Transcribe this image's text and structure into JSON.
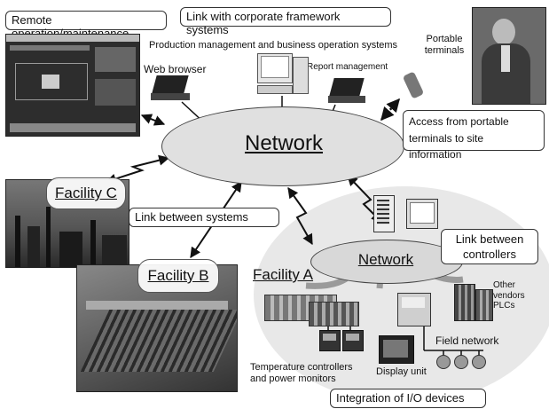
{
  "callouts": {
    "remote": "Remote operation/maintenance",
    "corporate": "Link with corporate framework systems",
    "portable_access": "Access from portable terminals to site information",
    "link_systems": "Link between systems",
    "link_controllers": "Link between controllers",
    "io_devices": "Integration of I/O devices"
  },
  "labels": {
    "production": "Production management and business operation systems",
    "portable_terminals": "Portable terminals",
    "web_browser": "Web browser",
    "report_management": "Report management",
    "other_vendors": "Other vendors PLCs",
    "field_network": "Field network",
    "display_unit": "Display unit",
    "temp_controllers": "Temperature controllers and power monitors"
  },
  "networks": {
    "main": "Network",
    "sub": "Network"
  },
  "facilities": {
    "c": "Facility C",
    "b": "Facility B",
    "a": "Facility A"
  },
  "colors": {
    "network_fill": "#e4e4e4",
    "facility_a_fill": "#e6e6e6",
    "photo_dark": "#3a3a3a"
  }
}
